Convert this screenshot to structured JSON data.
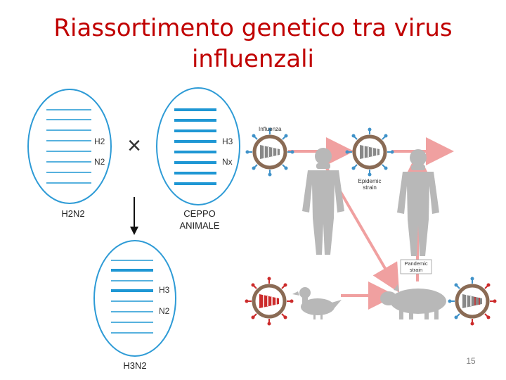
{
  "slide": {
    "title_line1": "Riassortimento genetico tra virus",
    "title_line2": "influenzali",
    "page_number": "15"
  },
  "left_diagram": {
    "virus1": {
      "name": "H2N2",
      "gene_h": "H2",
      "gene_n": "N2"
    },
    "virus2": {
      "name_line1": "CEPPO",
      "name_line2": "ANIMALE",
      "gene_h": "H3",
      "gene_n": "Nx"
    },
    "cross_symbol": "×",
    "result": {
      "name": "H3N2",
      "gene_h": "H3",
      "gene_n": "N2"
    }
  },
  "right_diagram": {
    "influenza_label": "Influenza",
    "epidemic_label_line1": "Epidemic",
    "epidemic_label_line2": "strain",
    "pandemic_label_line1": "Pandemic",
    "pandemic_label_line2": "strain"
  },
  "colors": {
    "title": "#c00000",
    "segment_blue": "#1f97d4",
    "ellipse_blue": "#2e9bd6",
    "virus_ring": "#8a6b55",
    "spike_blue": "#3f92c9",
    "spike_red": "#cc2b2b",
    "arrow_pink": "#f0a0a0",
    "figure_gray": "#b8b8b8"
  }
}
